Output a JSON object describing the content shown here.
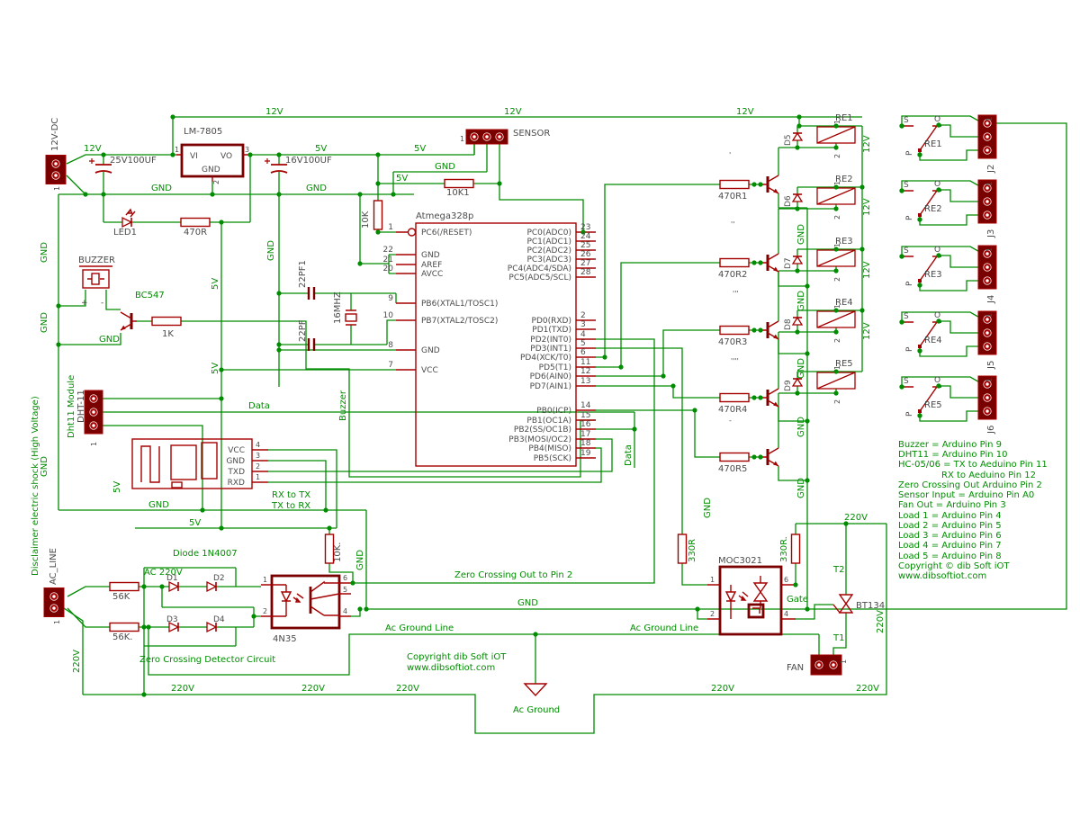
{
  "colors": {
    "wire": "#008C00",
    "part": "#A50000",
    "heavy_part": "#7A0000",
    "label_gray": "#4B4B4B",
    "background": "#FFFFFF"
  },
  "left_margin": {
    "disclaimer": "Disclaimer electric shock (High Voltage)",
    "gnd1": "GND",
    "gnd2": "GND",
    "gnd3": "GND",
    "v5": "5V"
  },
  "power": {
    "conn_name": "12V-DC",
    "conn_pin": "1",
    "v12_in": "12V",
    "cap1": "25V100UF",
    "cap2": "16V100UF",
    "reg": {
      "name": "LM-7805",
      "vi": "VI",
      "vo": "VO",
      "gnd": "GND",
      "p1": "1",
      "p3": "3",
      "p2": "2"
    },
    "rail_a": "12V",
    "rail_b": "12V",
    "rail_c": "12V",
    "v5_a": "5V",
    "v5_b": "5V",
    "v5_c": "5V",
    "v5_rot1": "5V",
    "v5_rot2": "5V",
    "gnd_a": "GND",
    "gnd_b": "GND",
    "gnd_c": "GND",
    "led": "LED1",
    "led_res": "470R"
  },
  "sensor": {
    "name": "SENSOR",
    "pin": "1",
    "res": "10K1",
    "gnd": "GND",
    "v5": "5V"
  },
  "buzzer": {
    "name": "BUZZER",
    "plus": "+",
    "minus": "-",
    "transistor": "BC547",
    "res": "1K",
    "gnd": "GND",
    "net": "Buzzer"
  },
  "dht": {
    "module": "Dht11 Module",
    "name": "DHT-11",
    "pin": "1",
    "data": "Data",
    "data_rot": "Data"
  },
  "hc05": {
    "vcc": "VCC",
    "gnd": "GND",
    "txd": "TXD",
    "rxd": "RXD",
    "n4": "4",
    "n3": "3",
    "n2": "2",
    "n1": "1",
    "note1": "RX to TX",
    "note2": "TX to RX",
    "gnd_net": "GND",
    "v5_net": "5V"
  },
  "mcu": {
    "name": "Atmega328p",
    "reset_res": "10K",
    "left_pins": [
      {
        "n": "1",
        "l": "PC6(/RESET)"
      },
      {
        "n": "22",
        "l": "GND"
      },
      {
        "n": "21",
        "l": "AREF"
      },
      {
        "n": "20",
        "l": "AVCC"
      },
      {
        "n": "9",
        "l": "PB6(XTAL1/TOSC1)"
      },
      {
        "n": "10",
        "l": "PB7(XTAL2/TOSC2)"
      },
      {
        "n": "8",
        "l": "GND"
      },
      {
        "n": "7",
        "l": "VCC"
      }
    ],
    "right_pins": [
      {
        "n": "23",
        "l": "PC0(ADC0)"
      },
      {
        "n": "24",
        "l": "PC1(ADC1)"
      },
      {
        "n": "25",
        "l": "PC2(ADC2)"
      },
      {
        "n": "26",
        "l": "PC3(ADC3)"
      },
      {
        "n": "27",
        "l": "PC4(ADC4/SDA)"
      },
      {
        "n": "28",
        "l": "PC5(ADC5/SCL)"
      },
      {
        "n": "2",
        "l": "PD0(RXD)"
      },
      {
        "n": "3",
        "l": "PD1(TXD)"
      },
      {
        "n": "4",
        "l": "PD2(INT0)"
      },
      {
        "n": "5",
        "l": "PD3(INT1)"
      },
      {
        "n": "6",
        "l": "PD4(XCK/T0)"
      },
      {
        "n": "11",
        "l": "PD5(T1)"
      },
      {
        "n": "12",
        "l": "PD6(AIN0)"
      },
      {
        "n": "13",
        "l": "PD7(AIN1)"
      },
      {
        "n": "14",
        "l": "PB0(ICP)"
      },
      {
        "n": "15",
        "l": "PB1(OC1A)"
      },
      {
        "n": "16",
        "l": "PB2(SS/OC1B)"
      },
      {
        "n": "17",
        "l": "PB3(MOSI/OC2)"
      },
      {
        "n": "18",
        "l": "PB4(MISO)"
      },
      {
        "n": "19",
        "l": "PB5(SCK)"
      }
    ]
  },
  "xtal": {
    "c1": "22PF1",
    "c2": "22PF",
    "crystal": "16MHZ",
    "gnd": "GND"
  },
  "relays": {
    "pin1": "1",
    "pin2": "2",
    "gnd": "GND",
    "s": "S",
    "o": "O",
    "p": "P",
    "cpin": "1",
    "v12": [
      "12V",
      "12V",
      "12V",
      "12V"
    ],
    "channels": [
      {
        "res": "470R1",
        "diode": "D5",
        "coil": "RE1",
        "mark": "'"
      },
      {
        "res": "470R2",
        "diode": "D6",
        "coil": "RE2",
        "mark": "''"
      },
      {
        "res": "470R3",
        "diode": "D7",
        "coil": "RE3",
        "mark": "'''"
      },
      {
        "res": "470R4",
        "diode": "D8",
        "coil": "RE4",
        "mark": "''''"
      },
      {
        "res": "470R5",
        "diode": "D9",
        "coil": "RE5",
        "mark": "-"
      }
    ],
    "contacts": [
      {
        "name": "RE1",
        "conn": "J2"
      },
      {
        "name": "RE2",
        "conn": "J3"
      },
      {
        "name": "RE3",
        "conn": "J4"
      },
      {
        "name": "RE4",
        "conn": "J5"
      },
      {
        "name": "RE5",
        "conn": "J6"
      }
    ]
  },
  "notes": {
    "lines": [
      "Buzzer = Arduino Pin 9",
      "DHT11 = Arduino Pin 10",
      "HC-05/06 = TX to Aeduino Pin 11",
      "RX to Aeduino Pin 12",
      "Zero Crossing Out Arduino Pin 2",
      "Sensor Input = Arduino Pin A0",
      "Fan Out = Arduino Pin 3",
      "Load 1 = Arduino Pin 4",
      "Load 2 = Arduino Pin 5",
      "Load 3 = Arduino Pin 6",
      "Load 4 = Arduino Pin 7",
      "Load 5 = Arduino Pin 8",
      "Copyright © dib Soft iOT",
      "www.dibsoftiot.com"
    ]
  },
  "zc": {
    "conn": "AC_LINE",
    "conn_pin": "1",
    "ac": "AC 220V",
    "r1": "56K",
    "r2": "56K.",
    "diode_label": "Diode 1N4007",
    "d1": "D1",
    "d2": "D2",
    "d3": "D3",
    "d4": "D4",
    "opto": "4N35",
    "p1": "1",
    "p2": "2",
    "p6": "6",
    "p5": "5",
    "p4": "4",
    "pullup": "10K.",
    "gnd_rot": "GND",
    "gnd": "GND",
    "title": "Zero Crossing Detector Circuit",
    "out": "Zero Crossing Out to Pin 2",
    "agl1": "Ac Ground Line",
    "agl2": "Ac Ground Line",
    "cp1": "Copyright dib Soft iOT",
    "cp2": "www.dibsoftiot.com",
    "v220": [
      "220V",
      "220V",
      "220V",
      "220V",
      "220V"
    ],
    "v220_left": "220V",
    "v220_right": "220V",
    "ac_ground": "Ac Ground"
  },
  "triac": {
    "r_in": "330R",
    "r_snub": "330R.",
    "opto": "MOC3021",
    "p1": "1",
    "p2": "2",
    "p6": "6",
    "p4": "4",
    "v220": "220V",
    "t2": "T2",
    "gate": "Gate",
    "name": "BT134",
    "t1": "T1",
    "fan": "FAN",
    "fan_pin": "1",
    "v220_rot": "220V",
    "gnd_rot": "GND"
  }
}
